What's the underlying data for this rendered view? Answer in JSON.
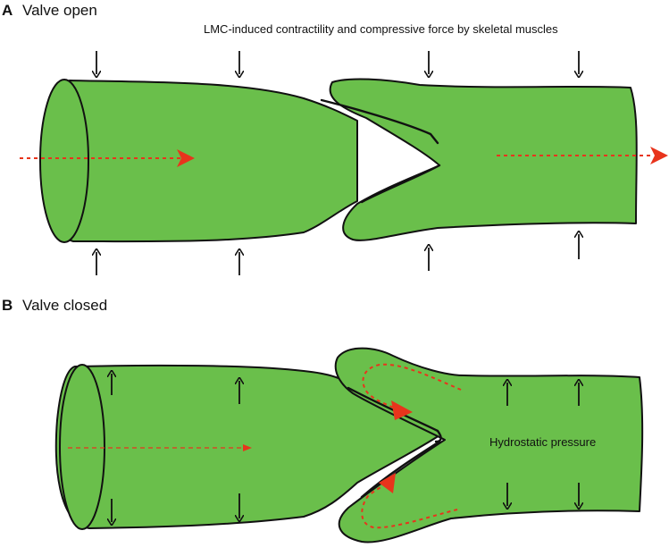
{
  "panel_a": {
    "letter": "A",
    "title": "Valve open",
    "caption": "LMC-induced contractility and compressive force by skeletal muscles"
  },
  "panel_b": {
    "letter": "B",
    "title": "Valve closed",
    "label": "Hydrostatic pressure"
  },
  "colors": {
    "vessel_fill": "#6abf4b",
    "outline": "#111111",
    "flow_arrow": "#e8341c"
  }
}
